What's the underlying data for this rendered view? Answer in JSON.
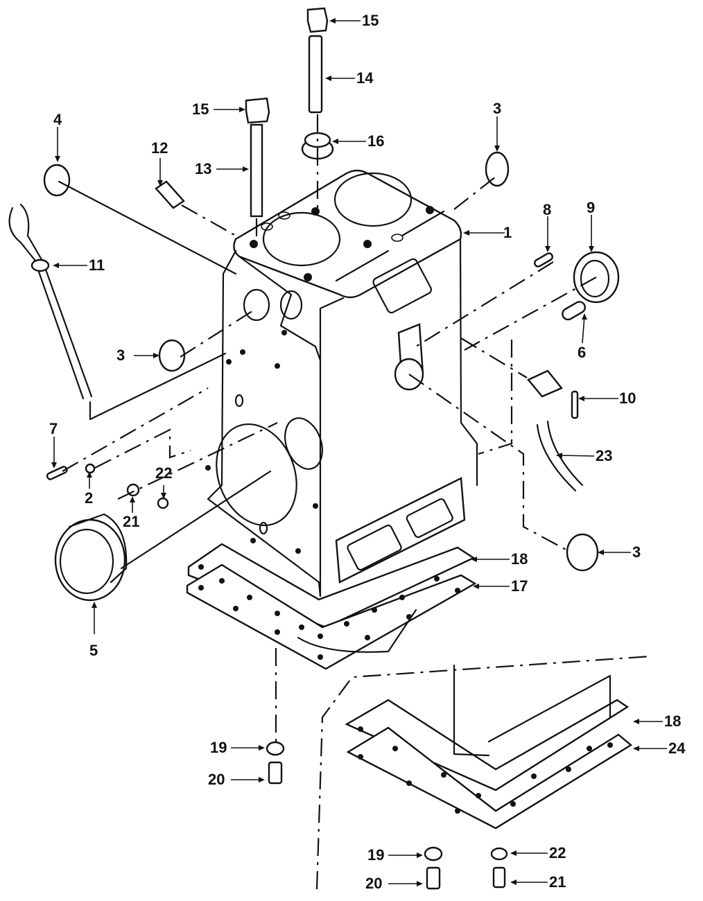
{
  "title": "Cylinder block exploded parts diagram",
  "callouts": [
    {
      "id": "c15a",
      "number": "15"
    },
    {
      "id": "c14",
      "number": "14"
    },
    {
      "id": "c15b",
      "number": "15"
    },
    {
      "id": "c16",
      "number": "16"
    },
    {
      "id": "c12",
      "number": "12"
    },
    {
      "id": "c13",
      "number": "13"
    },
    {
      "id": "c4",
      "number": "4"
    },
    {
      "id": "c3a",
      "number": "3"
    },
    {
      "id": "c1",
      "number": "1"
    },
    {
      "id": "c8",
      "number": "8"
    },
    {
      "id": "c9",
      "number": "9"
    },
    {
      "id": "c11",
      "number": "11"
    },
    {
      "id": "c3b",
      "number": "3"
    },
    {
      "id": "c6",
      "number": "6"
    },
    {
      "id": "c10",
      "number": "10"
    },
    {
      "id": "c7",
      "number": "7"
    },
    {
      "id": "c2",
      "number": "2"
    },
    {
      "id": "c22a",
      "number": "22"
    },
    {
      "id": "c21a",
      "number": "21"
    },
    {
      "id": "c23",
      "number": "23"
    },
    {
      "id": "c3c",
      "number": "3"
    },
    {
      "id": "c18a",
      "number": "18"
    },
    {
      "id": "c17",
      "number": "17"
    },
    {
      "id": "c5",
      "number": "5"
    },
    {
      "id": "c19a",
      "number": "19"
    },
    {
      "id": "c20a",
      "number": "20"
    },
    {
      "id": "c18b",
      "number": "18"
    },
    {
      "id": "c24",
      "number": "24"
    },
    {
      "id": "c19b",
      "number": "19"
    },
    {
      "id": "c22b",
      "number": "22"
    },
    {
      "id": "c20b",
      "number": "20"
    },
    {
      "id": "c21b",
      "number": "21"
    }
  ]
}
